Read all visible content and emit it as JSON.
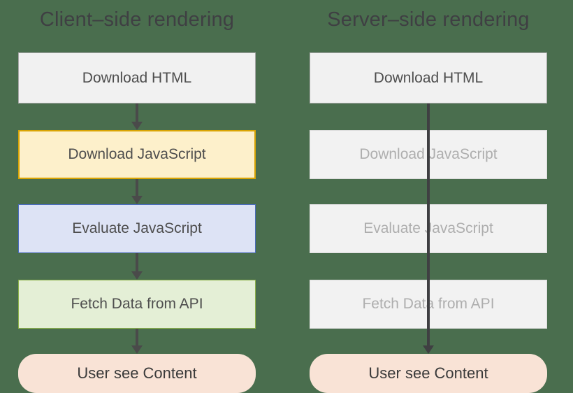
{
  "background_color": "#4a6e4e",
  "columns": [
    {
      "id": "client-side",
      "title": "Client–side rendering",
      "steps": [
        {
          "label": "Download HTML",
          "style": "plain",
          "state": "active"
        },
        {
          "label": "Download JavaScript",
          "style": "yellow",
          "state": "active"
        },
        {
          "label": "Evaluate JavaScript",
          "style": "blue",
          "state": "active"
        },
        {
          "label": "Fetch Data from API",
          "style": "green",
          "state": "active"
        },
        {
          "label": "User see Content",
          "style": "rounded",
          "state": "active"
        }
      ],
      "connector": "stepwise-arrows"
    },
    {
      "id": "server-side",
      "title": "Server–side rendering",
      "steps": [
        {
          "label": "Download HTML",
          "style": "plain",
          "state": "active"
        },
        {
          "label": "Download JavaScript",
          "style": "muted",
          "state": "skipped"
        },
        {
          "label": "Evaluate JavaScript",
          "style": "muted",
          "state": "skipped"
        },
        {
          "label": "Fetch Data from API",
          "style": "muted",
          "state": "skipped"
        },
        {
          "label": "User see Content",
          "style": "rounded",
          "state": "active"
        }
      ],
      "connector": "single-bypass-arrow"
    }
  ],
  "palette": {
    "background_green": "#4a6e4e",
    "title_text": "#3f3f43",
    "box_text": "#4e4e4e",
    "muted_text": "#aeaeae",
    "plain_fill": "#f1f1f1",
    "plain_border": "#a8a8a8",
    "yellow_fill": "#fdf0cb",
    "yellow_border": "#d9a404",
    "blue_fill": "#dde3f5",
    "blue_border": "#4a6cbd",
    "green_fill": "#e4efd6",
    "green_border": "#8db24b",
    "rounded_fill": "#f9e3d6",
    "muted_fill": "#f2f2f2",
    "muted_border": "#dcdcdc",
    "arrow": "#4a4a4a"
  }
}
